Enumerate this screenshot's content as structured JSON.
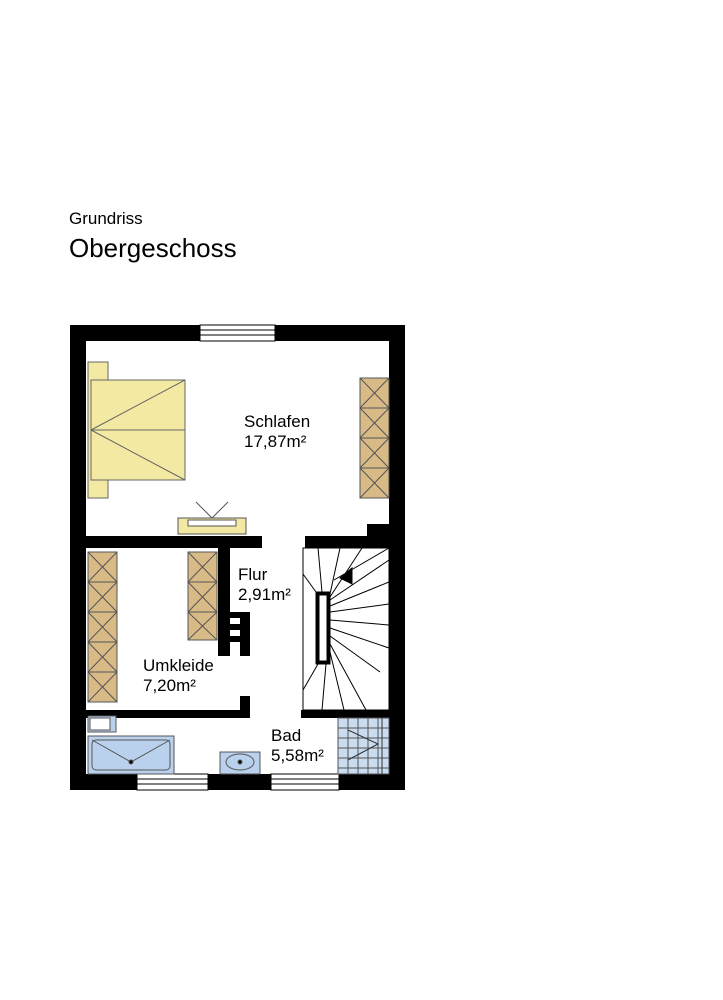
{
  "header": {
    "subtitle": "Grundriss",
    "title": "Obergeschoss"
  },
  "rooms": [
    {
      "id": "schlafen",
      "name": "Schlafen",
      "area": "17,87m²"
    },
    {
      "id": "flur",
      "name": "Flur",
      "area": "2,91m²"
    },
    {
      "id": "umkleide",
      "name": "Umkleide",
      "area": "7,20m²"
    },
    {
      "id": "bad",
      "name": "Bad",
      "area": "5,58m²"
    }
  ],
  "colors": {
    "wall": "#000000",
    "bed": "#f3e9a3",
    "wardrobe": "#d8ba86",
    "bathtub": "#b9d1ec",
    "shower": "#c9dcf0",
    "tv_stand": "#f3e9a3"
  }
}
